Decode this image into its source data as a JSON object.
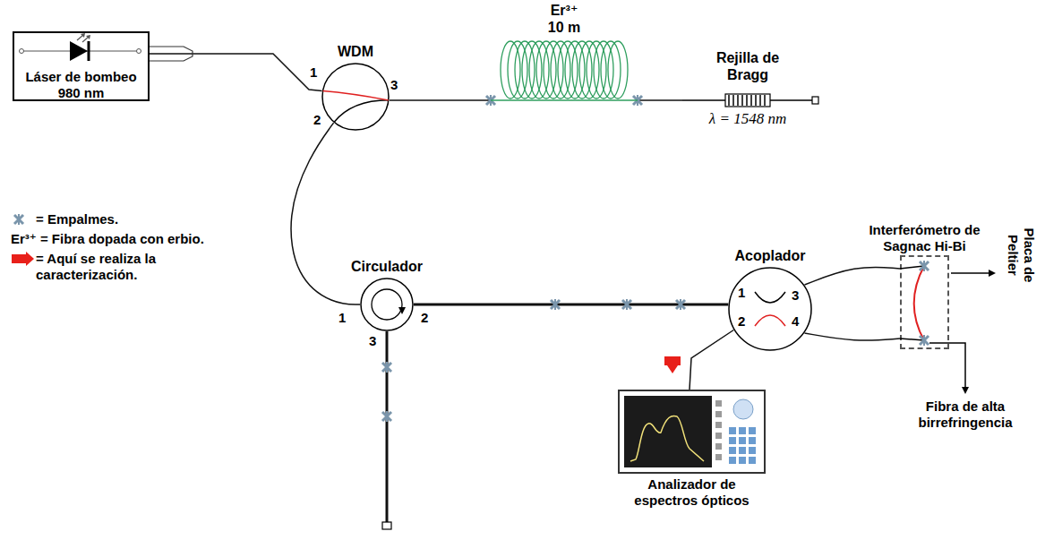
{
  "diagram": {
    "nodes": [
      {
        "text": [
          "Láser de bombeo 980 nm"
        ]
      },
      {
        "text": [
          "WDM"
        ]
      },
      {
        "text": [
          "Er³⁺ 10 m"
        ]
      },
      {
        "text": [
          "Rejilla de Bragg",
          "λ = 1548 nm"
        ]
      },
      {
        "text": [
          "Circulador"
        ]
      },
      {
        "text": [
          "Acoplador"
        ]
      },
      {
        "text": [
          "Interferómetro de Sagnac Hi-Bi"
        ]
      },
      {
        "text": [
          "Analizador de espectros ópticos"
        ]
      }
    ],
    "edges": [
      {
        "from": 0,
        "to": 1,
        "arrow": "none"
      },
      {
        "from": 1,
        "to": 2,
        "arrow": "none"
      },
      {
        "from": 2,
        "to": 3,
        "arrow": "none"
      },
      {
        "from": 1,
        "to": 4,
        "arrow": "none"
      },
      {
        "from": 4,
        "to": 5,
        "arrow": "none"
      },
      {
        "from": 5,
        "to": 6,
        "arrow": "none"
      },
      {
        "from": 5,
        "to": 6,
        "arrow": "none"
      },
      {
        "from": 5,
        "to": 7,
        "arrow": "none"
      }
    ],
    "labels": [
      "1",
      "3",
      "2",
      "1",
      "2",
      "3",
      "1",
      "2",
      "3",
      "4",
      "Placa de Peltier",
      "Fibra de alta birrefringencia"
    ],
    "legend": [
      {
        "text": "= Empalmes."
      },
      {
        "text": "Er³⁺ = Fibra dopada con erbio."
      },
      {
        "text": "= Aquí se realiza la caracterización."
      }
    ]
  }
}
